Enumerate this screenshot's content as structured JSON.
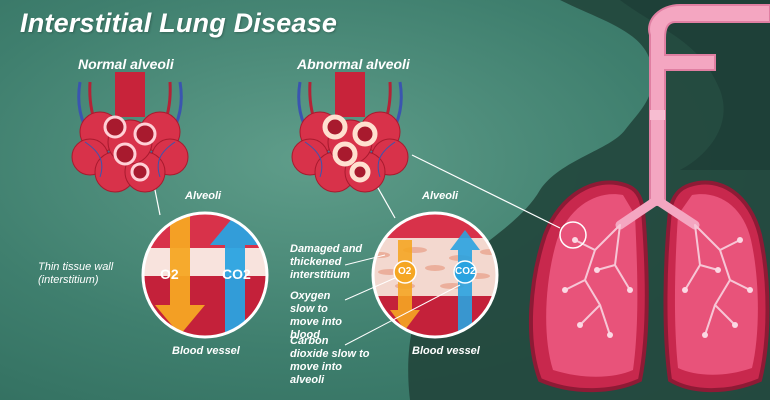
{
  "title": "Interstitial Lung Disease",
  "panels": {
    "normal": {
      "heading": "Normal alveoli",
      "alveoli_label": "Alveoli",
      "wall_label": "Thin tissue wall (interstitium)",
      "o2": "O2",
      "co2": "CO2",
      "vessel_label": "Blood vessel"
    },
    "abnormal": {
      "heading": "Abnormal alveoli",
      "alveoli_label": "Alveoli",
      "damaged_label": "Damaged and thickened interstitium",
      "oxygen_label": "Oxygen slow to move into blood",
      "co2_label": "Carbon dioxide slow to move into alveoli",
      "o2": "O2",
      "co2": "CO2",
      "vessel_label": "Blood vessel"
    }
  },
  "colors": {
    "background": "#3f7f6e",
    "alveoli_red": "#d8324a",
    "dark_red": "#a81a2e",
    "vein_blue": "#3a55b0",
    "o2_orange": "#f5a623",
    "co2_blue": "#2aa3e0",
    "silhouette": "#23463d",
    "lung_pink": "#e8537a",
    "trachea_pink": "#f4a6c1"
  }
}
